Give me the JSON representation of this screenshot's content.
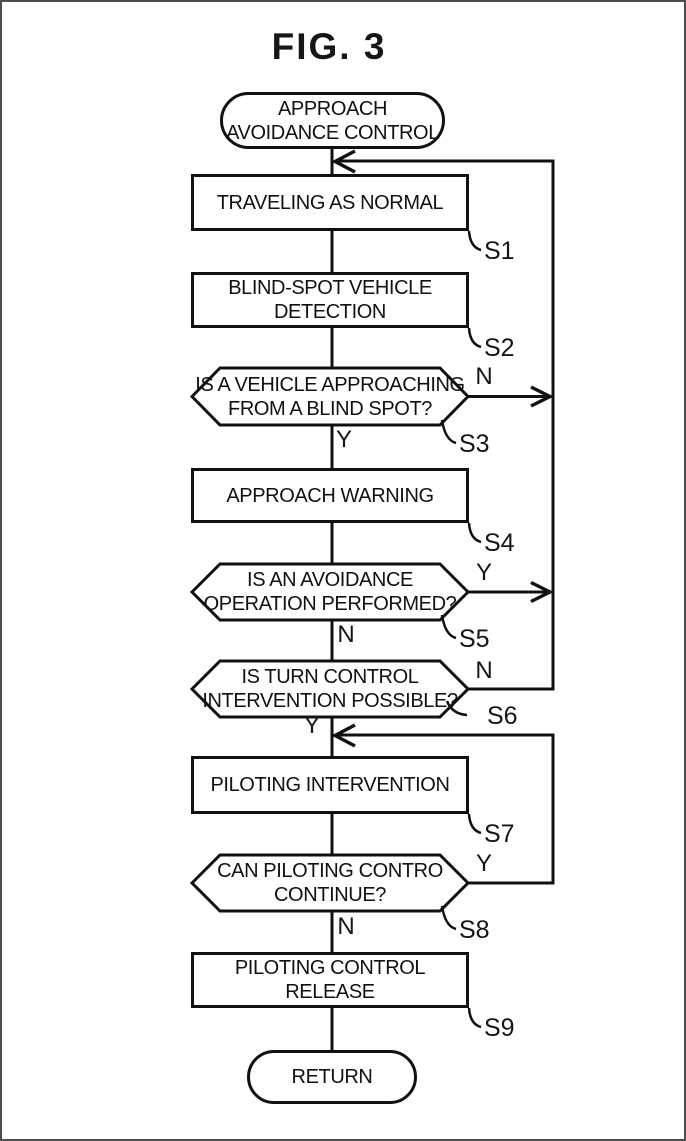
{
  "figure": {
    "title": "FIG. 3"
  },
  "flowchart": {
    "start": {
      "line1": "APPROACH",
      "line2": "AVOIDANCE CONTROL"
    },
    "s1": {
      "step": "S1",
      "line1": "TRAVELING AS NORMAL"
    },
    "s2": {
      "step": "S2",
      "line1": "BLIND-SPOT VEHICLE",
      "line2": "DETECTION"
    },
    "s3": {
      "step": "S3",
      "line1": "IS A VEHICLE APPROACHING",
      "line2": "FROM A BLIND SPOT?",
      "branch_right": "N",
      "branch_down": "Y"
    },
    "s4": {
      "step": "S4",
      "line1": "APPROACH WARNING"
    },
    "s5": {
      "step": "S5",
      "line1": "IS AN AVOIDANCE",
      "line2": "OPERATION PERFORMED?",
      "branch_right": "Y",
      "branch_down": "N"
    },
    "s6": {
      "step": "S6",
      "line1": "IS TURN CONTROL",
      "line2": "INTERVENTION POSSIBLE?",
      "branch_right": "N",
      "branch_down": "Y"
    },
    "s7": {
      "step": "S7",
      "line1": "PILOTING INTERVENTION"
    },
    "s8": {
      "step": "S8",
      "line1": "CAN PILOTING CONTRO",
      "line2": "CONTINUE?",
      "branch_right": "Y",
      "branch_down": "N"
    },
    "s9": {
      "step": "S9",
      "line1": "PILOTING CONTROL",
      "line2": "RELEASE"
    },
    "end": {
      "line1": "RETURN"
    }
  },
  "colors": {
    "background": "#ffffff",
    "line": "#111111",
    "frame": "#4d4d4d"
  }
}
